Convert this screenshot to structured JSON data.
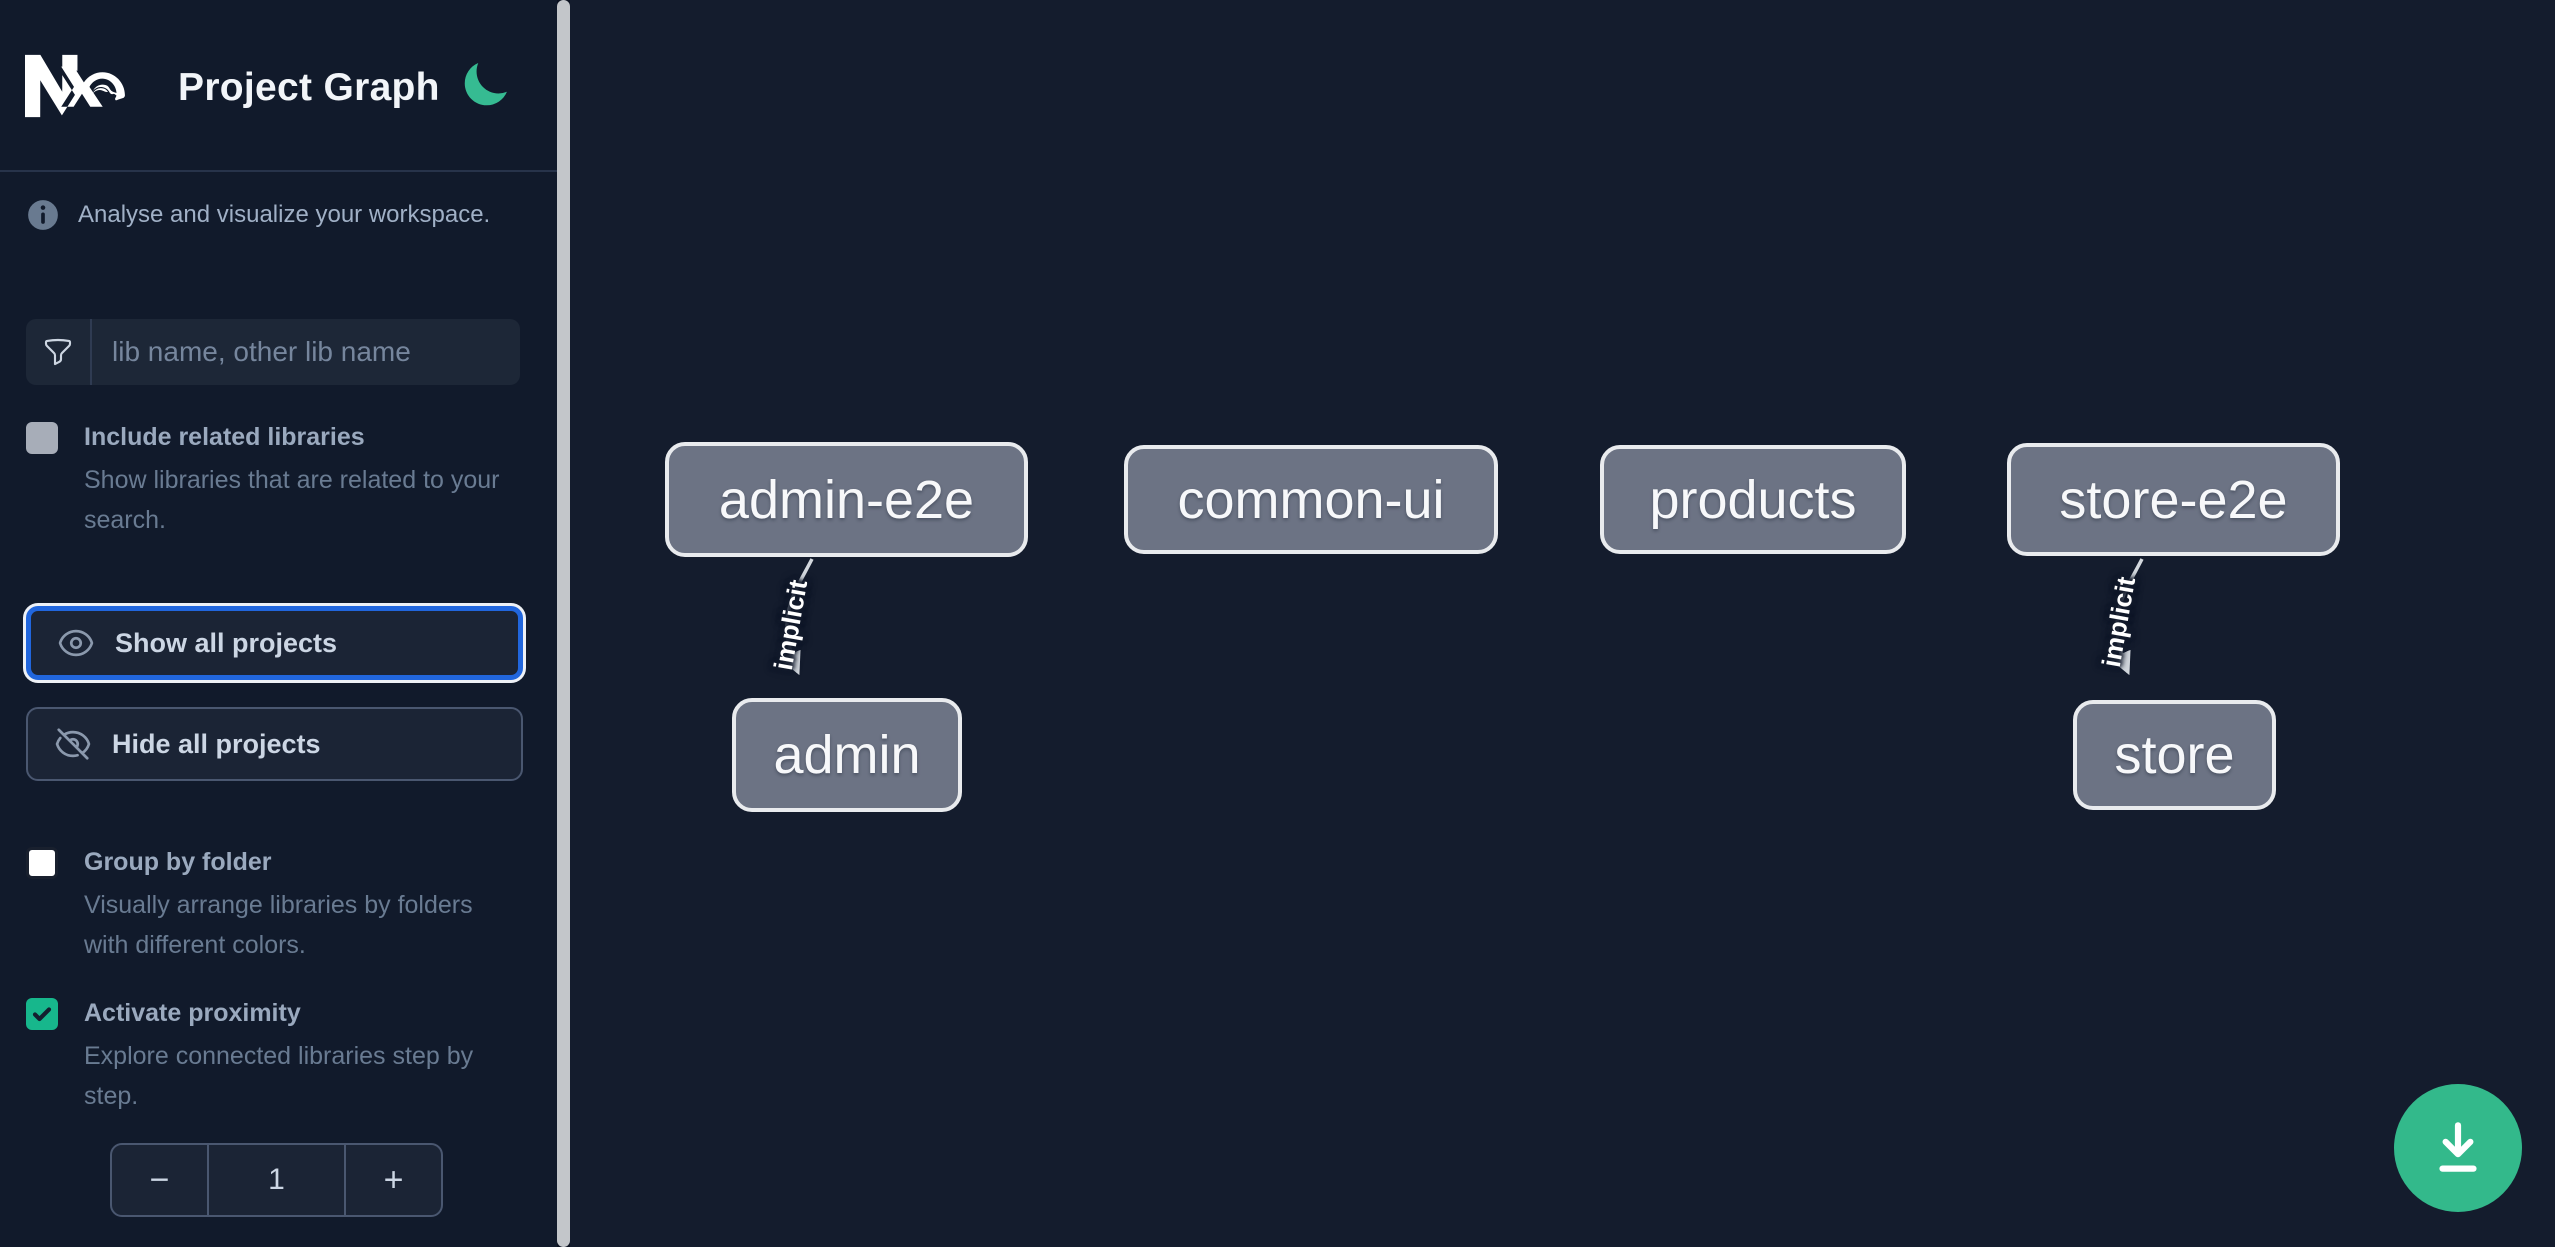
{
  "header": {
    "title": "Project Graph",
    "logo_icon": "nx-logo",
    "theme_toggle_icon": "moon-icon"
  },
  "sidebar": {
    "intro": {
      "icon": "info-icon",
      "text": "Analyse and visualize your workspace."
    },
    "filter": {
      "icon": "filter-funnel-icon",
      "placeholder": "lib name, other lib name",
      "value": ""
    },
    "include_related": {
      "label": "Include related libraries",
      "description": "Show libraries that are related to your search.",
      "checked": false
    },
    "actions": {
      "show_all_label": "Show all projects",
      "show_all_icon": "eye-icon",
      "hide_all_label": "Hide all projects",
      "hide_all_icon": "eye-slash-icon"
    },
    "group_by_folder": {
      "label": "Group by folder",
      "description": "Visually arrange libraries by folders with different colors.",
      "checked": false
    },
    "activate_proximity": {
      "label": "Activate proximity",
      "description": "Explore connected libraries step by step.",
      "checked": true
    },
    "proximity_stepper": {
      "decrement_label": "−",
      "value": "1",
      "increment_label": "+"
    }
  },
  "graph": {
    "nodes": [
      {
        "id": "admin-e2e",
        "label": "admin-e2e"
      },
      {
        "id": "common-ui",
        "label": "common-ui"
      },
      {
        "id": "products",
        "label": "products"
      },
      {
        "id": "store-e2e",
        "label": "store-e2e"
      },
      {
        "id": "admin",
        "label": "admin"
      },
      {
        "id": "store",
        "label": "store"
      }
    ],
    "edges": [
      {
        "source": "admin-e2e",
        "target": "admin",
        "label": "implicit"
      },
      {
        "source": "store-e2e",
        "target": "store",
        "label": "implicit"
      }
    ]
  },
  "fab": {
    "icon": "download-icon"
  },
  "colors": {
    "accent_green": "#33b98b",
    "focus_blue": "#2166dd",
    "node_fill": "#6c7384",
    "node_border": "#e9ebee",
    "sidebar_bg": "#111a2b",
    "canvas_bg": "#141c2d",
    "divider": "#c3c6ca"
  }
}
